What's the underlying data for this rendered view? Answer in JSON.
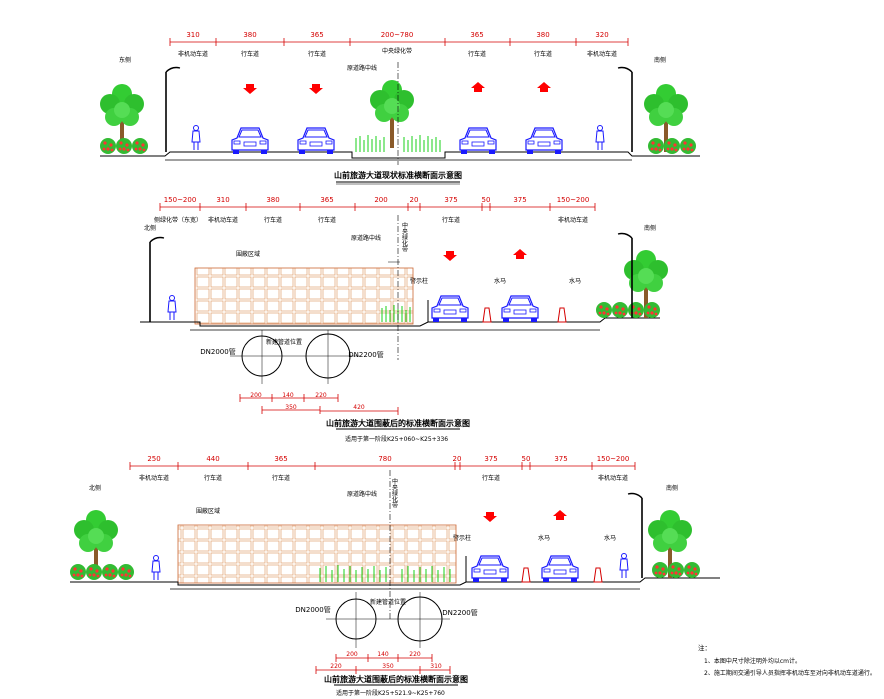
{
  "sections": [
    {
      "dims": [
        "310",
        "380",
        "365",
        "200~780",
        "365",
        "380",
        "320"
      ],
      "lane_labels": [
        "非机动车道",
        "行车道",
        "行车道",
        "中央绿化带",
        "行车道",
        "行车道",
        "非机动车道"
      ],
      "west_label": "东侧",
      "east_label": "南侧",
      "center_line_label": "原道路中线",
      "title": "山前旅游大道现状标准横断面示意图",
      "subtitle": ""
    },
    {
      "dims": [
        "150~200",
        "310",
        "380",
        "365",
        "200",
        "20",
        "375",
        "50",
        "375",
        "150~200"
      ],
      "lane_labels": [
        "侧绿化带（东宽）",
        "非机动车道",
        "行车道",
        "行车道",
        "行车道",
        "非机动车道"
      ],
      "median_label": "中央绿化带",
      "west_label": "北侧",
      "east_label": "南侧",
      "center_line_label": "原道路中线",
      "enclosure_label": "围蔽区域",
      "warning_label": "警示柱",
      "barrier_labels": [
        "水马",
        "水马"
      ],
      "pipe_labels": [
        "DN2000管",
        "DN2200管"
      ],
      "pipe_position_label": "新建管道位置",
      "pipe_dims_row1": [
        "200",
        "140",
        "220"
      ],
      "pipe_dims_row2": [
        "350"
      ],
      "pipe_dims_row3": [
        "420"
      ],
      "title": "山前旅游大道围蔽后的标准横断面示意图",
      "subtitle": "适用于第一阶段K25+060~K25+336"
    },
    {
      "dims": [
        "250",
        "440",
        "365",
        "780",
        "20",
        "375",
        "50",
        "375",
        "150~200"
      ],
      "lane_labels": [
        "非机动车道",
        "行车道",
        "行车道",
        "行车道",
        "非机动车道"
      ],
      "median_label": "中央绿化带",
      "west_label": "北侧",
      "east_label": "南侧",
      "center_line_label": "原道路中线",
      "enclosure_label": "围蔽区域",
      "warning_label": "警示柱",
      "barrier_labels": [
        "水马",
        "水马"
      ],
      "pipe_labels": [
        "DN2000管",
        "DN2200管"
      ],
      "pipe_position_label": "新建管道位置",
      "pipe_dims_row1": [
        "200",
        "140",
        "220"
      ],
      "pipe_dims_row2": [
        "220",
        "350",
        "310"
      ],
      "title": "山前旅游大道围蔽后的标准横断面示意图",
      "subtitle": "适用于第一阶段K25+521.9~K25+760"
    }
  ],
  "notes": {
    "heading": "注：",
    "items": [
      "1、本图中尺寸除注明外均以cm计。",
      "2、施工期间交通引导人员指挥非机动车至对向非机动车道通行。"
    ]
  },
  "colors": {
    "dimension": "#d40000",
    "line": "#000000",
    "car": "#1a1aff",
    "tree": "#33cc33",
    "flower": "#ff3333",
    "enclosure": "#cc6633",
    "grass": "#00cc00",
    "arrow": "#ff0000"
  }
}
